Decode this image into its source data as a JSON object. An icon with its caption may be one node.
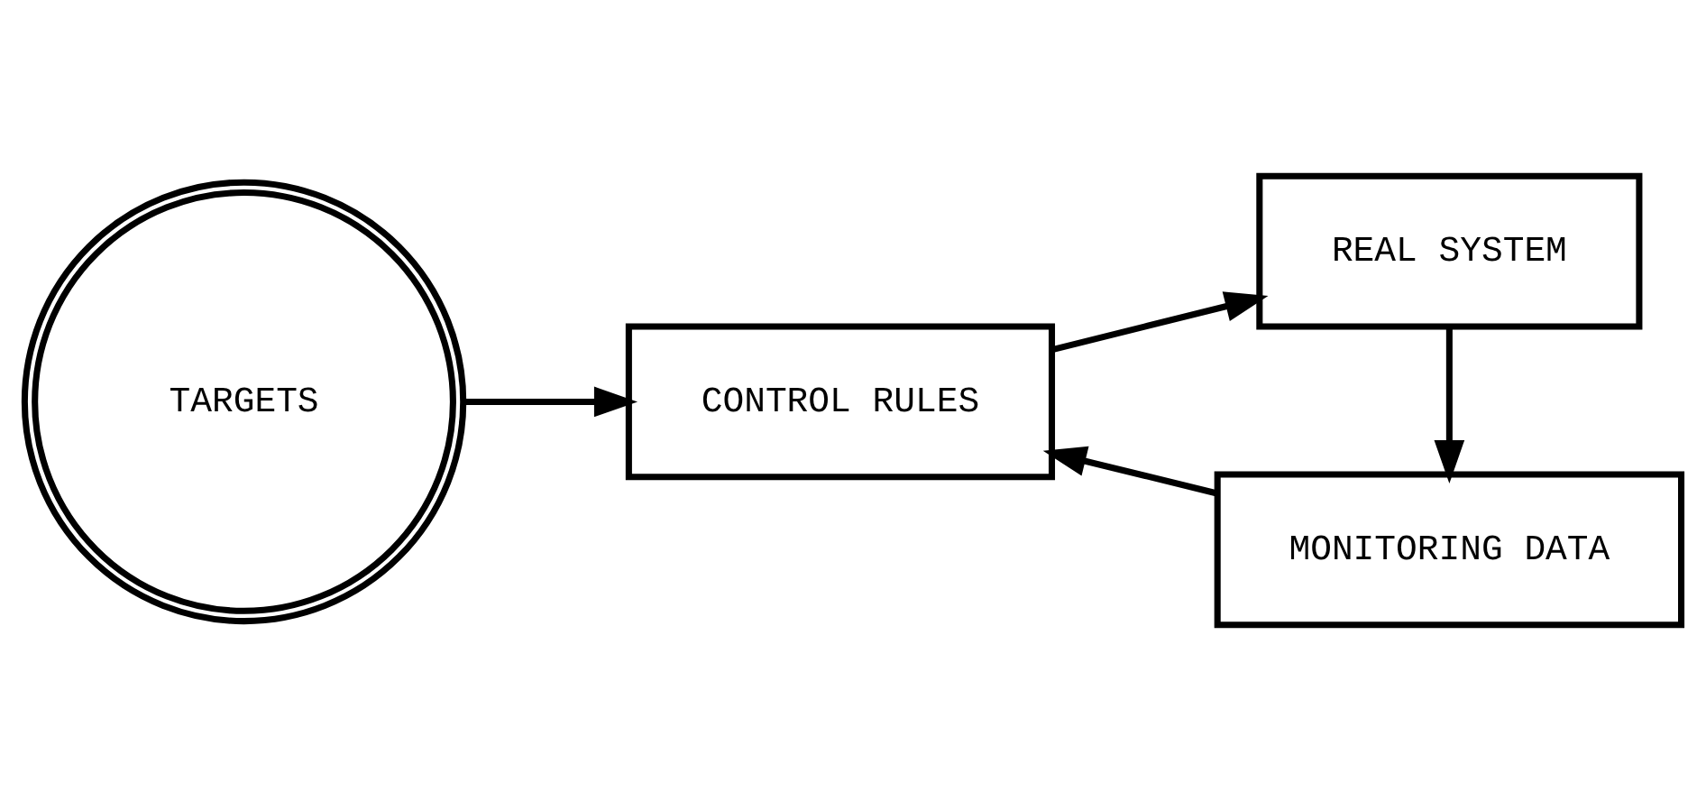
{
  "diagram": {
    "nodes": [
      {
        "text": [
          "TARGETS"
        ]
      },
      {
        "text": [
          "CONTROL RULES"
        ]
      },
      {
        "text": [
          "REAL SYSTEM"
        ]
      },
      {
        "text": [
          "MONITORING DATA"
        ]
      }
    ],
    "edges": [
      {
        "from": 0,
        "to": 1,
        "arrow": "to"
      },
      {
        "from": 1,
        "to": 2,
        "arrow": "to"
      },
      {
        "from": 2,
        "to": 3,
        "arrow": "to"
      },
      {
        "from": 3,
        "to": 1,
        "arrow": "to"
      }
    ]
  }
}
